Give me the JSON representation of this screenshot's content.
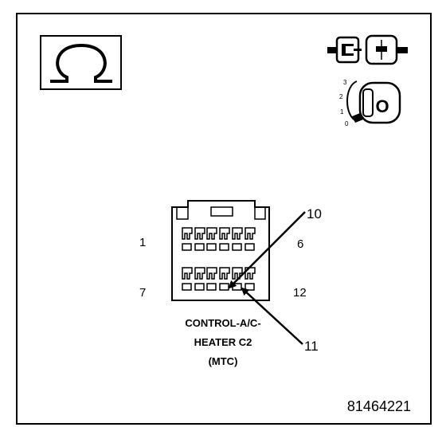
{
  "diagram": {
    "pin_labels": {
      "top_left": "1",
      "top_right": "6",
      "bottom_left": "7",
      "bottom_right": "12"
    },
    "callouts": {
      "upper": "10",
      "lower": "11"
    },
    "connector_caption": {
      "line1": "CONTROL-A/C-",
      "line2": "HEATER C2",
      "line3": "(MTC)"
    },
    "figure_number": "81464221",
    "icons": [
      "ohmmeter-icon",
      "connector-disconnected-icon",
      "ignition-key-icon"
    ],
    "ignition_positions": [
      "3",
      "2",
      "1",
      "0"
    ],
    "key_label": "O"
  }
}
